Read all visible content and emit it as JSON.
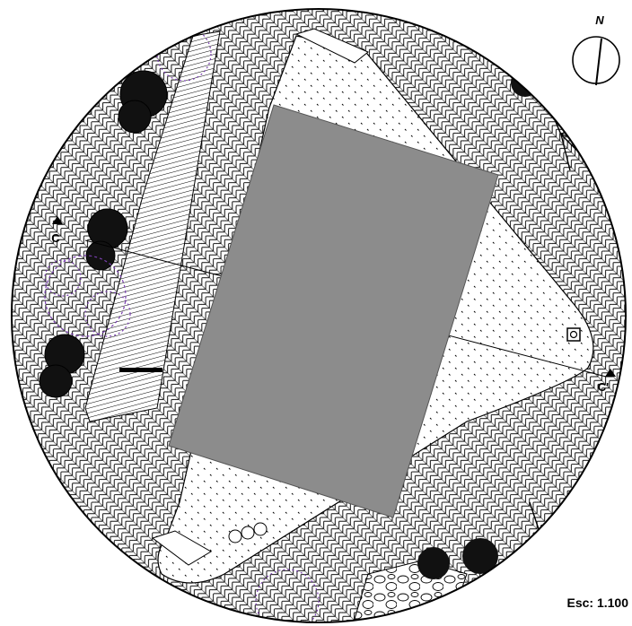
{
  "north": {
    "label": "N",
    "icon": "north-arrow-icon"
  },
  "section_markers": {
    "left_label": "C",
    "right_label": "C'"
  },
  "scale": {
    "label": "Esc: 1.100"
  },
  "colors": {
    "building": "#8c8c8c",
    "linework": "#000000",
    "vegetation_accent": "#7a3fb0",
    "background": "#ffffff"
  }
}
